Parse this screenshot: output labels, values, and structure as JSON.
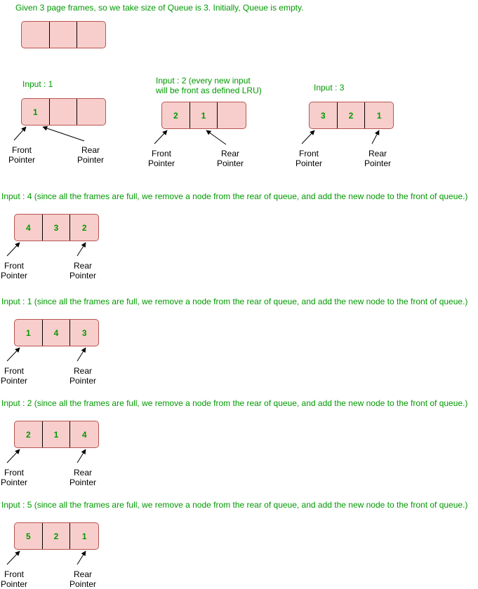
{
  "intro": "Given 3 page frames, so we take size of  Queue is 3. Initially, Queue is empty.",
  "pointer_labels": {
    "front_line1": "Front",
    "front_line2": "Pointer",
    "rear_line1": "Rear",
    "rear_line2": "Pointer"
  },
  "colors": {
    "text_green": "#009900",
    "frame_fill": "#f8cecc",
    "frame_border": "#b85450"
  },
  "initial_queue": [
    "",
    "",
    ""
  ],
  "steps": [
    {
      "label": "Input : 1",
      "cells": [
        "1",
        "",
        ""
      ]
    },
    {
      "label_line1": "Input : 2 (every new input",
      "label_line2": "will be front as defined LRU)",
      "cells": [
        "2",
        "1",
        ""
      ]
    },
    {
      "label": "Input : 3",
      "cells": [
        "3",
        "2",
        "1"
      ]
    },
    {
      "label": "Input : 4 (since all the frames are full, we remove a node from the rear of queue, and add the new node to the front of queue.)",
      "cells": [
        "4",
        "3",
        "2"
      ]
    },
    {
      "label": "Input : 1 (since all the frames are full, we remove a node from the rear of queue, and add the new node to the front of queue.)",
      "cells": [
        "1",
        "4",
        "3"
      ]
    },
    {
      "label": "Input : 2 (since all the frames are full, we remove a node from the rear of queue, and add the new node to the front of queue.)",
      "cells": [
        "2",
        "1",
        "4"
      ]
    },
    {
      "label": "Input : 5 (since all the frames are full, we remove a node from the rear of queue, and add the new node to the front of queue.)",
      "cells": [
        "5",
        "2",
        "1"
      ]
    }
  ]
}
